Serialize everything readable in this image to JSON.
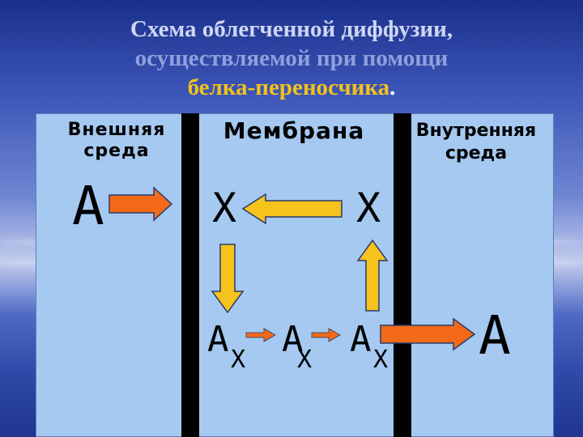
{
  "title": {
    "line1": "Схема облегченной диффузии,",
    "line2": "осуществляемой  при помощи",
    "line3": "белка-переносчика",
    "line3_end": "."
  },
  "labels": {
    "outer": "Внешняя среда",
    "membrane": "Мембрана",
    "inner": "Внутренняя среда"
  },
  "symbols": {
    "substance": "A",
    "carrier": "X"
  },
  "colors": {
    "background": "#2f4aa8",
    "panel": "#a5c9f1",
    "membrane_wall": "#000000",
    "arrow_orange": "#f26a18",
    "arrow_yellow": "#f6c21c"
  }
}
